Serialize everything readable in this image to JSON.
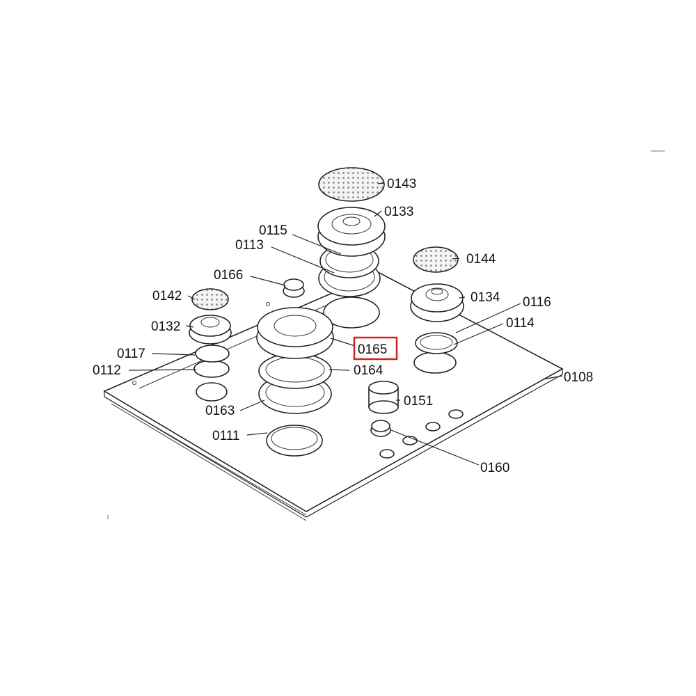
{
  "colors": {
    "line": "#222222",
    "highlight": "#d21f1f",
    "background": "#ffffff"
  },
  "highlighted_part": "0165",
  "labels": {
    "p0143": "0143",
    "p0133": "0133",
    "p0115": "0115",
    "p0113": "0113",
    "p0144": "0144",
    "p0166": "0166",
    "p0142": "0142",
    "p0134": "0134",
    "p0116": "0116",
    "p0114": "0114",
    "p0132": "0132",
    "p0165": "0165",
    "p0117": "0117",
    "p0112": "0112",
    "p0164": "0164",
    "p0108": "0108",
    "p0163": "0163",
    "p0151": "0151",
    "p0111": "0111",
    "p0160": "0160"
  }
}
